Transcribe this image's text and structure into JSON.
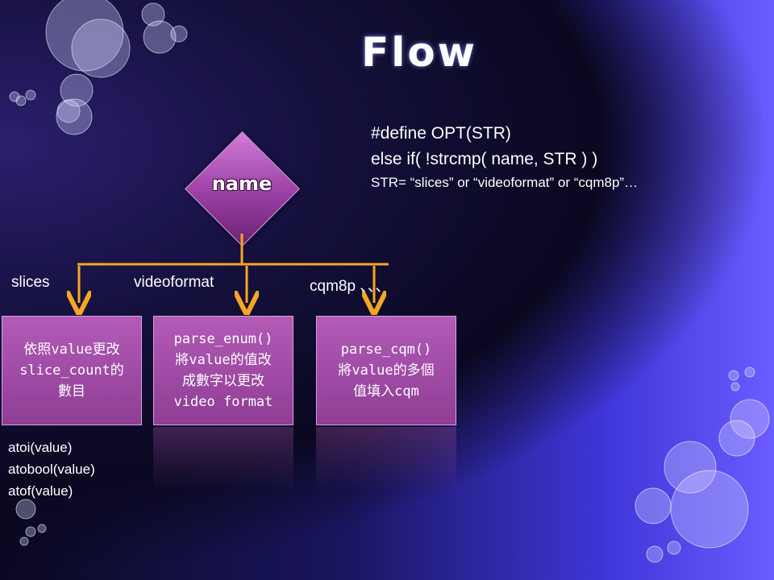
{
  "slide": {
    "title": "Flow",
    "define_lines": [
      "#define OPT(STR)",
      "else if( !strcmp( name, STR ) )",
      "STR= “slices” or “videoformat” or “cqm8p”…"
    ],
    "decision": {
      "label": "name"
    },
    "branches": [
      {
        "label": "slices",
        "box": "依照value更改\nslice_count的\n數目"
      },
      {
        "label": "videoformat",
        "box": "parse_enum()\n將value的值改\n成數字以更改\nvideo format"
      },
      {
        "label": "cqm8p 、、、",
        "box": "parse_cqm()\n將value的多個\n值填入cqm"
      }
    ],
    "functions": [
      "atoi(value)",
      "atobool(value)",
      "atof(value)"
    ]
  },
  "colors": {
    "connector": "#f5a623",
    "box": "#9a45a0",
    "background_accent": "#4a3fe0"
  }
}
